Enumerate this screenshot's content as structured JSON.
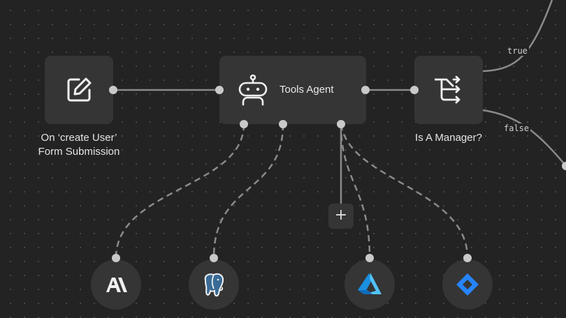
{
  "nodes": {
    "trigger": {
      "label": "On ‘create User’\nForm Submission",
      "icon": "edit-icon"
    },
    "agent": {
      "label": "Tools Agent",
      "icon": "robot-icon"
    },
    "switch": {
      "label": "Is A Manager?",
      "icon": "branch-icon"
    }
  },
  "branches": {
    "true_label": "true",
    "false_label": "false"
  },
  "add_button": {
    "label": "+"
  },
  "tools": [
    {
      "name": "anthropic",
      "icon": "anthropic-logo-icon"
    },
    {
      "name": "postgres",
      "icon": "postgres-elephant-icon"
    },
    {
      "name": "azure",
      "icon": "azure-logo-icon"
    },
    {
      "name": "jira",
      "icon": "jira-logo-icon"
    }
  ],
  "colors": {
    "background": "#232323",
    "node": "#353535",
    "edge": "#8a8a8a",
    "handle": "#c9c9c9",
    "azure_blue": "#1a8fe0",
    "jira_blue": "#2684ff"
  }
}
